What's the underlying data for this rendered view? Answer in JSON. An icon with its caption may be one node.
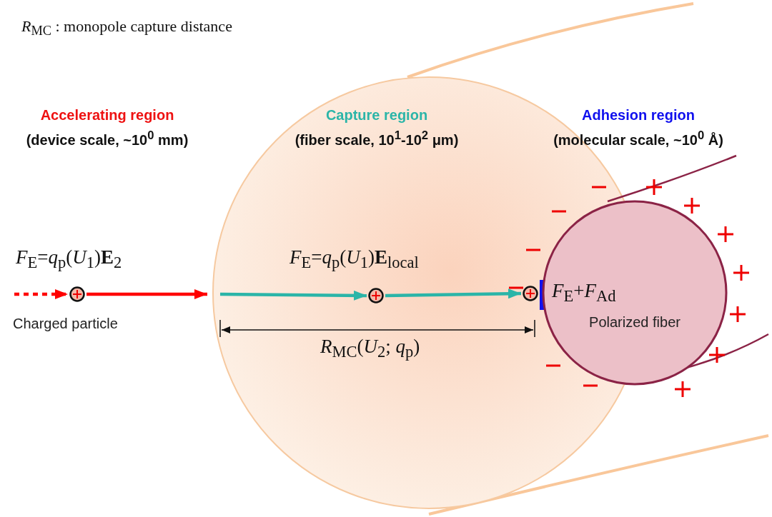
{
  "diagram": {
    "nodes": [
      {
        "text": [],
        "shape": "circle",
        "beside": [
          "Charged particle"
        ]
      },
      {
        "text": [],
        "shape": "circle"
      },
      {
        "text": [],
        "shape": "circle"
      },
      {
        "text": [
          "Polarized fiber"
        ]
      }
    ],
    "edges": [
      {
        "from": null,
        "to": 0,
        "arrow": "to",
        "style": "dashed",
        "color": "#ff0000"
      },
      {
        "from": 0,
        "to": null,
        "arrow": "to",
        "color": "#ff0000"
      },
      {
        "from": null,
        "to": 1,
        "arrow": "to",
        "color": "#2bb5a8"
      },
      {
        "from": 1,
        "to": 2,
        "arrow": "to",
        "color": "#2bb5a8"
      }
    ],
    "labels": [
      "*R*$_{MC}$ : monopole capture distance",
      "Accelerating region",
      "(device scale, ~10$^{0}$ mm)",
      "Capture region",
      "(fiber scale, 10$^{1}$-10$^{2}$ μm)",
      "Adhesion region",
      "(molecular scale, ~10$^{0}$ Å)",
      "*F*$_{E}$=*q*$_{p}$(*U*$_{1}$)**E**$_{2}$",
      "*F*$_{E}$=*q*$_{p}$(*U*$_{1}$)**E**$_{local}$",
      "*F*$_{E}$+*F*$_{Ad}$",
      "*R*$_{MC}$(*U*$_{2}$; *q*$_{p}$)"
    ]
  }
}
